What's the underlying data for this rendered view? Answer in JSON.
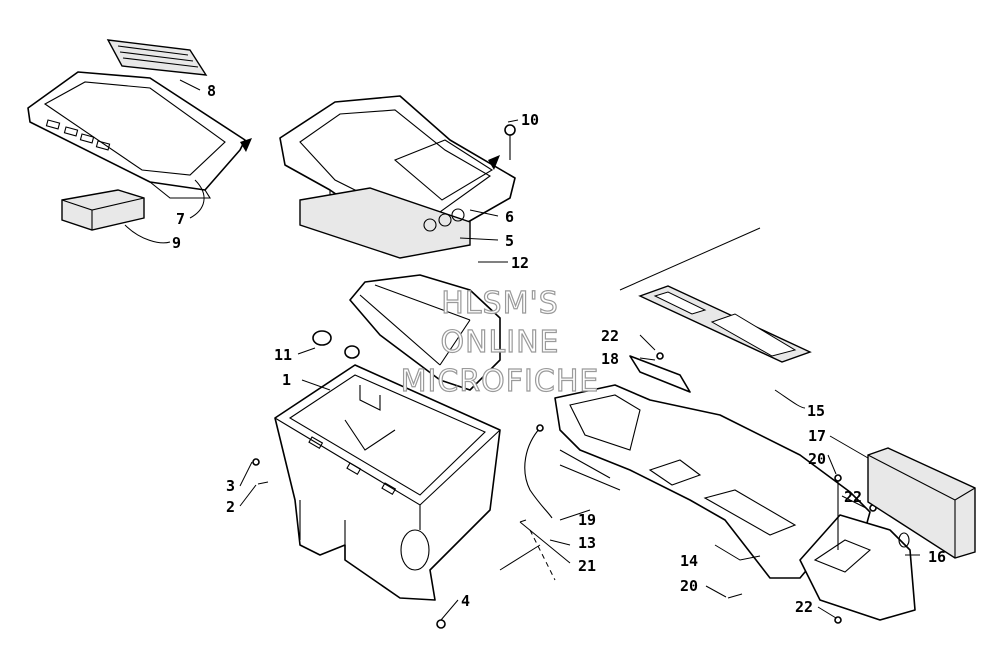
{
  "watermark": {
    "line1": "HLSM'S",
    "line2": "ONLINE",
    "line3": "MICROFICHE"
  },
  "callouts": [
    {
      "id": "c1",
      "text": "1"
    },
    {
      "id": "c2",
      "text": "2"
    },
    {
      "id": "c3",
      "text": "3"
    },
    {
      "id": "c4",
      "text": "4"
    },
    {
      "id": "c5",
      "text": "5"
    },
    {
      "id": "c6",
      "text": "6"
    },
    {
      "id": "c7",
      "text": "7"
    },
    {
      "id": "c8",
      "text": "8"
    },
    {
      "id": "c9",
      "text": "9"
    },
    {
      "id": "c10",
      "text": "10"
    },
    {
      "id": "c11",
      "text": "11"
    },
    {
      "id": "c12",
      "text": "12"
    },
    {
      "id": "c13",
      "text": "13"
    },
    {
      "id": "c14",
      "text": "14"
    },
    {
      "id": "c15",
      "text": "15"
    },
    {
      "id": "c16",
      "text": "16"
    },
    {
      "id": "c17",
      "text": "17"
    },
    {
      "id": "c18",
      "text": "18"
    },
    {
      "id": "c19",
      "text": "19"
    },
    {
      "id": "c20a",
      "text": "20"
    },
    {
      "id": "c20b",
      "text": "20"
    },
    {
      "id": "c21",
      "text": "21"
    },
    {
      "id": "c22a",
      "text": "22"
    },
    {
      "id": "c22b",
      "text": "22"
    },
    {
      "id": "c22c",
      "text": "22"
    }
  ]
}
